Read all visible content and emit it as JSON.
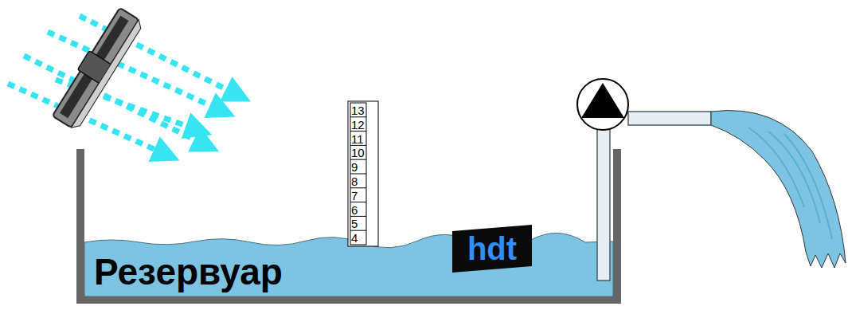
{
  "diagram": {
    "labels": [
      "13",
      "12",
      "11",
      "10",
      "9",
      "8",
      "7",
      "6",
      "5",
      "4",
      "hdt",
      "Резервуар"
    ]
  }
}
